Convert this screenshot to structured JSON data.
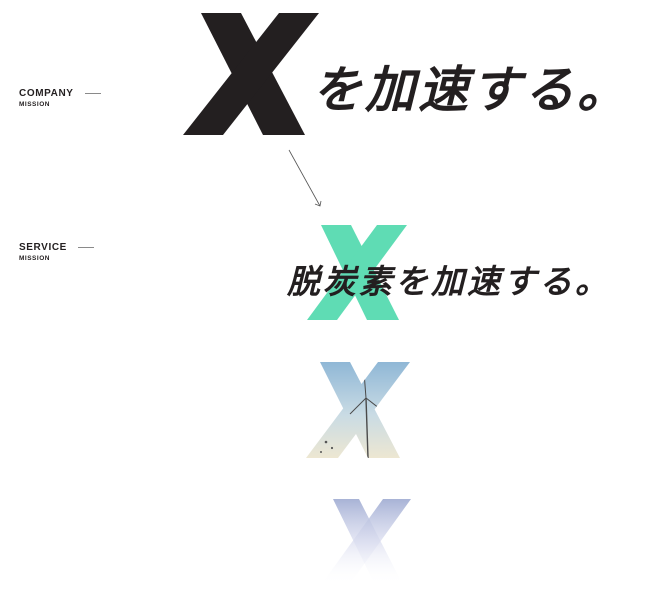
{
  "company": {
    "label": "COMPANY",
    "sublabel": "MISSION",
    "headline": "を加速する。"
  },
  "service": {
    "label": "SERVICE",
    "sublabel": "MISSION",
    "headline": "脱炭素を加速する。"
  },
  "colors": {
    "ink": "#231f20",
    "mint": "#5fdcb4",
    "dash": "#8a8a8a"
  },
  "icons": [
    "big-x-dark-icon",
    "arrow-down-right-icon",
    "big-x-mint-icon",
    "big-x-photo-icon",
    "big-x-faded-icon"
  ]
}
